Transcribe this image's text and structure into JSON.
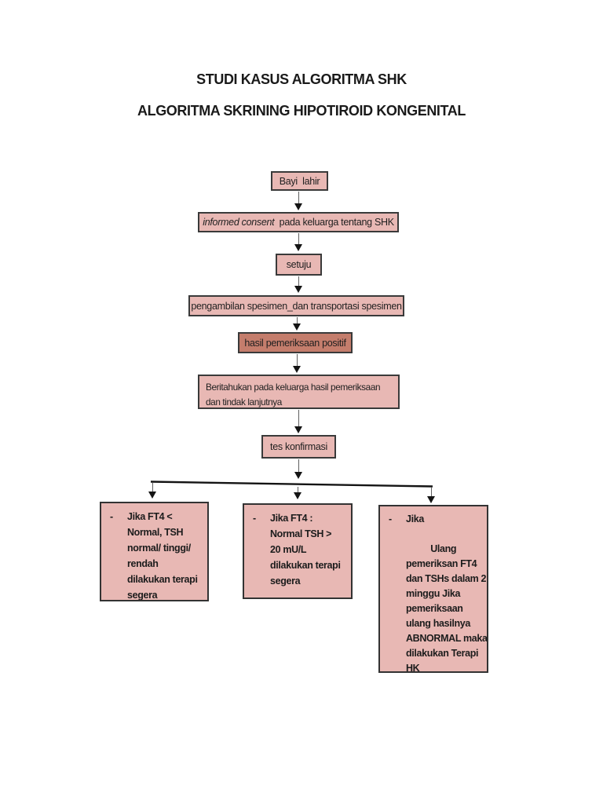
{
  "title": {
    "line1": "STUDI KASUS ALGORITMA SHK",
    "line2": "ALGORITMA SKRINING HIPOTIROID KONGENITAL"
  },
  "flow": {
    "bayi_lahir": "Bayi  lahir",
    "informed_consent_italic": "informed consent",
    "informed_consent_rest": "  pada keluarga tentang SHK",
    "setuju": "setuju",
    "pengambilan": "pengambilan spesimen_dan transportasi spesimen",
    "hasil_positif": "hasil pemeriksaan positif",
    "beritahukan": "Beritahukan pada keluarga hasil pemeriksaan\ndan tindak lanjutnya",
    "tes_konfirmasi": "tes konfirmasi"
  },
  "outcomes": [
    {
      "bullet": "-",
      "text": "Jika FT4 <\nNormal, TSH\nnormal/ tinggi/\nrendah\ndilakukan terapi\nsegera"
    },
    {
      "bullet": "-",
      "text": "Jika FT4 :\nNormal TSH >\n20 mU/L\ndilakukan terapi\nsegera"
    },
    {
      "bullet": "-",
      "text": "Jika\n\n          Ulang\npemeriksan FT4\ndan TSHs dalam 2\nminggu Jika\npemeriksaan\nulang hasilnya\nABNORMAL maka\ndilakukan Terapi\nHK"
    }
  ],
  "colors": {
    "node_fill": "#e8b8b4",
    "node_fill_dark": "#c47d6c",
    "node_border": "#3a3a3a",
    "connector_stem": "#5f5f5f",
    "arrowhead": "#141414",
    "text": "#1f1f1f",
    "page_background": "#ffffff"
  }
}
